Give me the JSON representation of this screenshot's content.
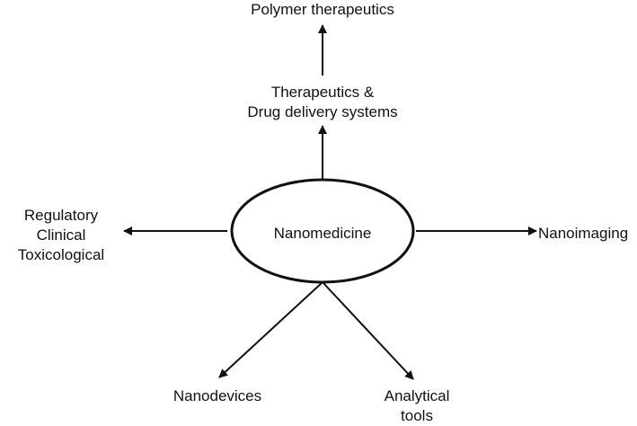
{
  "nodes": {
    "center": {
      "label": "Nanomedicine"
    },
    "top": {
      "line1": "Therapeutics &",
      "line2": "Drug delivery systems"
    },
    "top_top": {
      "label": "Polymer therapeutics"
    },
    "left": {
      "line1": "Regulatory",
      "line2": "Clinical",
      "line3": "Toxicological"
    },
    "right": {
      "label": "Nanoimaging"
    },
    "bottom_left": {
      "label": "Nanodevices"
    },
    "bottom_right": {
      "line1": "Analytical",
      "line2": "tools"
    }
  },
  "colors": {
    "stroke": "#111111",
    "background": "#ffffff"
  }
}
